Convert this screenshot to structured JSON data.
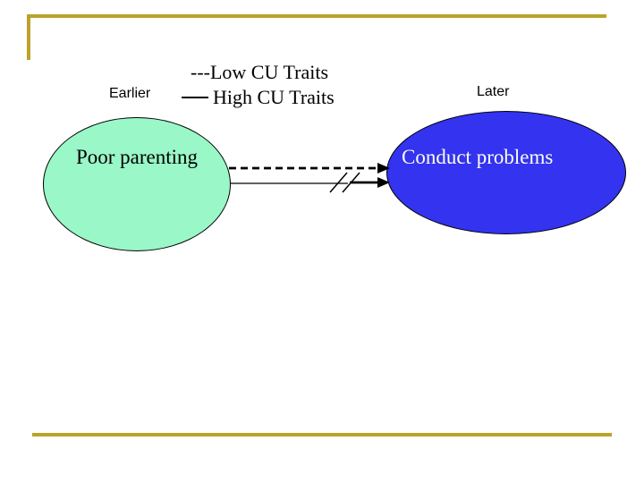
{
  "colors": {
    "gold": "#BCA22B",
    "green_fill": "#99F7C8",
    "blue_fill": "#3333F0",
    "outline": "#000000",
    "conduct_text": "#FFFFF0"
  },
  "legend": {
    "dashed_label": "---Low CU Traits",
    "solid_label": "High CU Traits"
  },
  "timeline": {
    "earlier": "Earlier",
    "later": "Later"
  },
  "nodes": {
    "poor_parenting": "Poor parenting",
    "conduct_problems": "Conduct problems"
  },
  "connections": [
    {
      "from": "Poor parenting",
      "to": "Conduct problems",
      "style": "dashed-arrow"
    },
    {
      "from": "Poor parenting",
      "to": "Conduct problems",
      "style": "solid-arrow-with-double-slash"
    }
  ]
}
